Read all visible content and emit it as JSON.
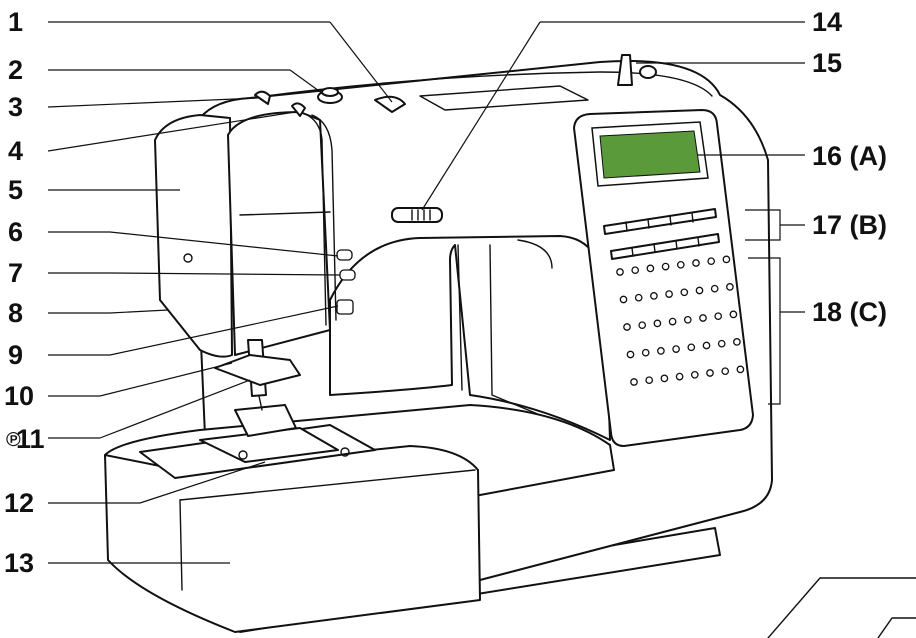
{
  "labels": {
    "l1": "1",
    "l2": "2",
    "l3": "3",
    "l4": "4",
    "l5": "5",
    "l6": "6",
    "l7": "7",
    "l8": "8",
    "l9": "9",
    "l10": "10",
    "l11_icon": "℗",
    "l11": "11",
    "l12": "12",
    "l13": "13",
    "l14": "14",
    "l15": "15",
    "l16": "16 (A)",
    "l17": "17 (B)",
    "l18": "18 (C)"
  },
  "colors": {
    "lcd": "#5a9a3a",
    "line": "#111111"
  },
  "button_grid": {
    "rows": 5,
    "cols": 8
  }
}
